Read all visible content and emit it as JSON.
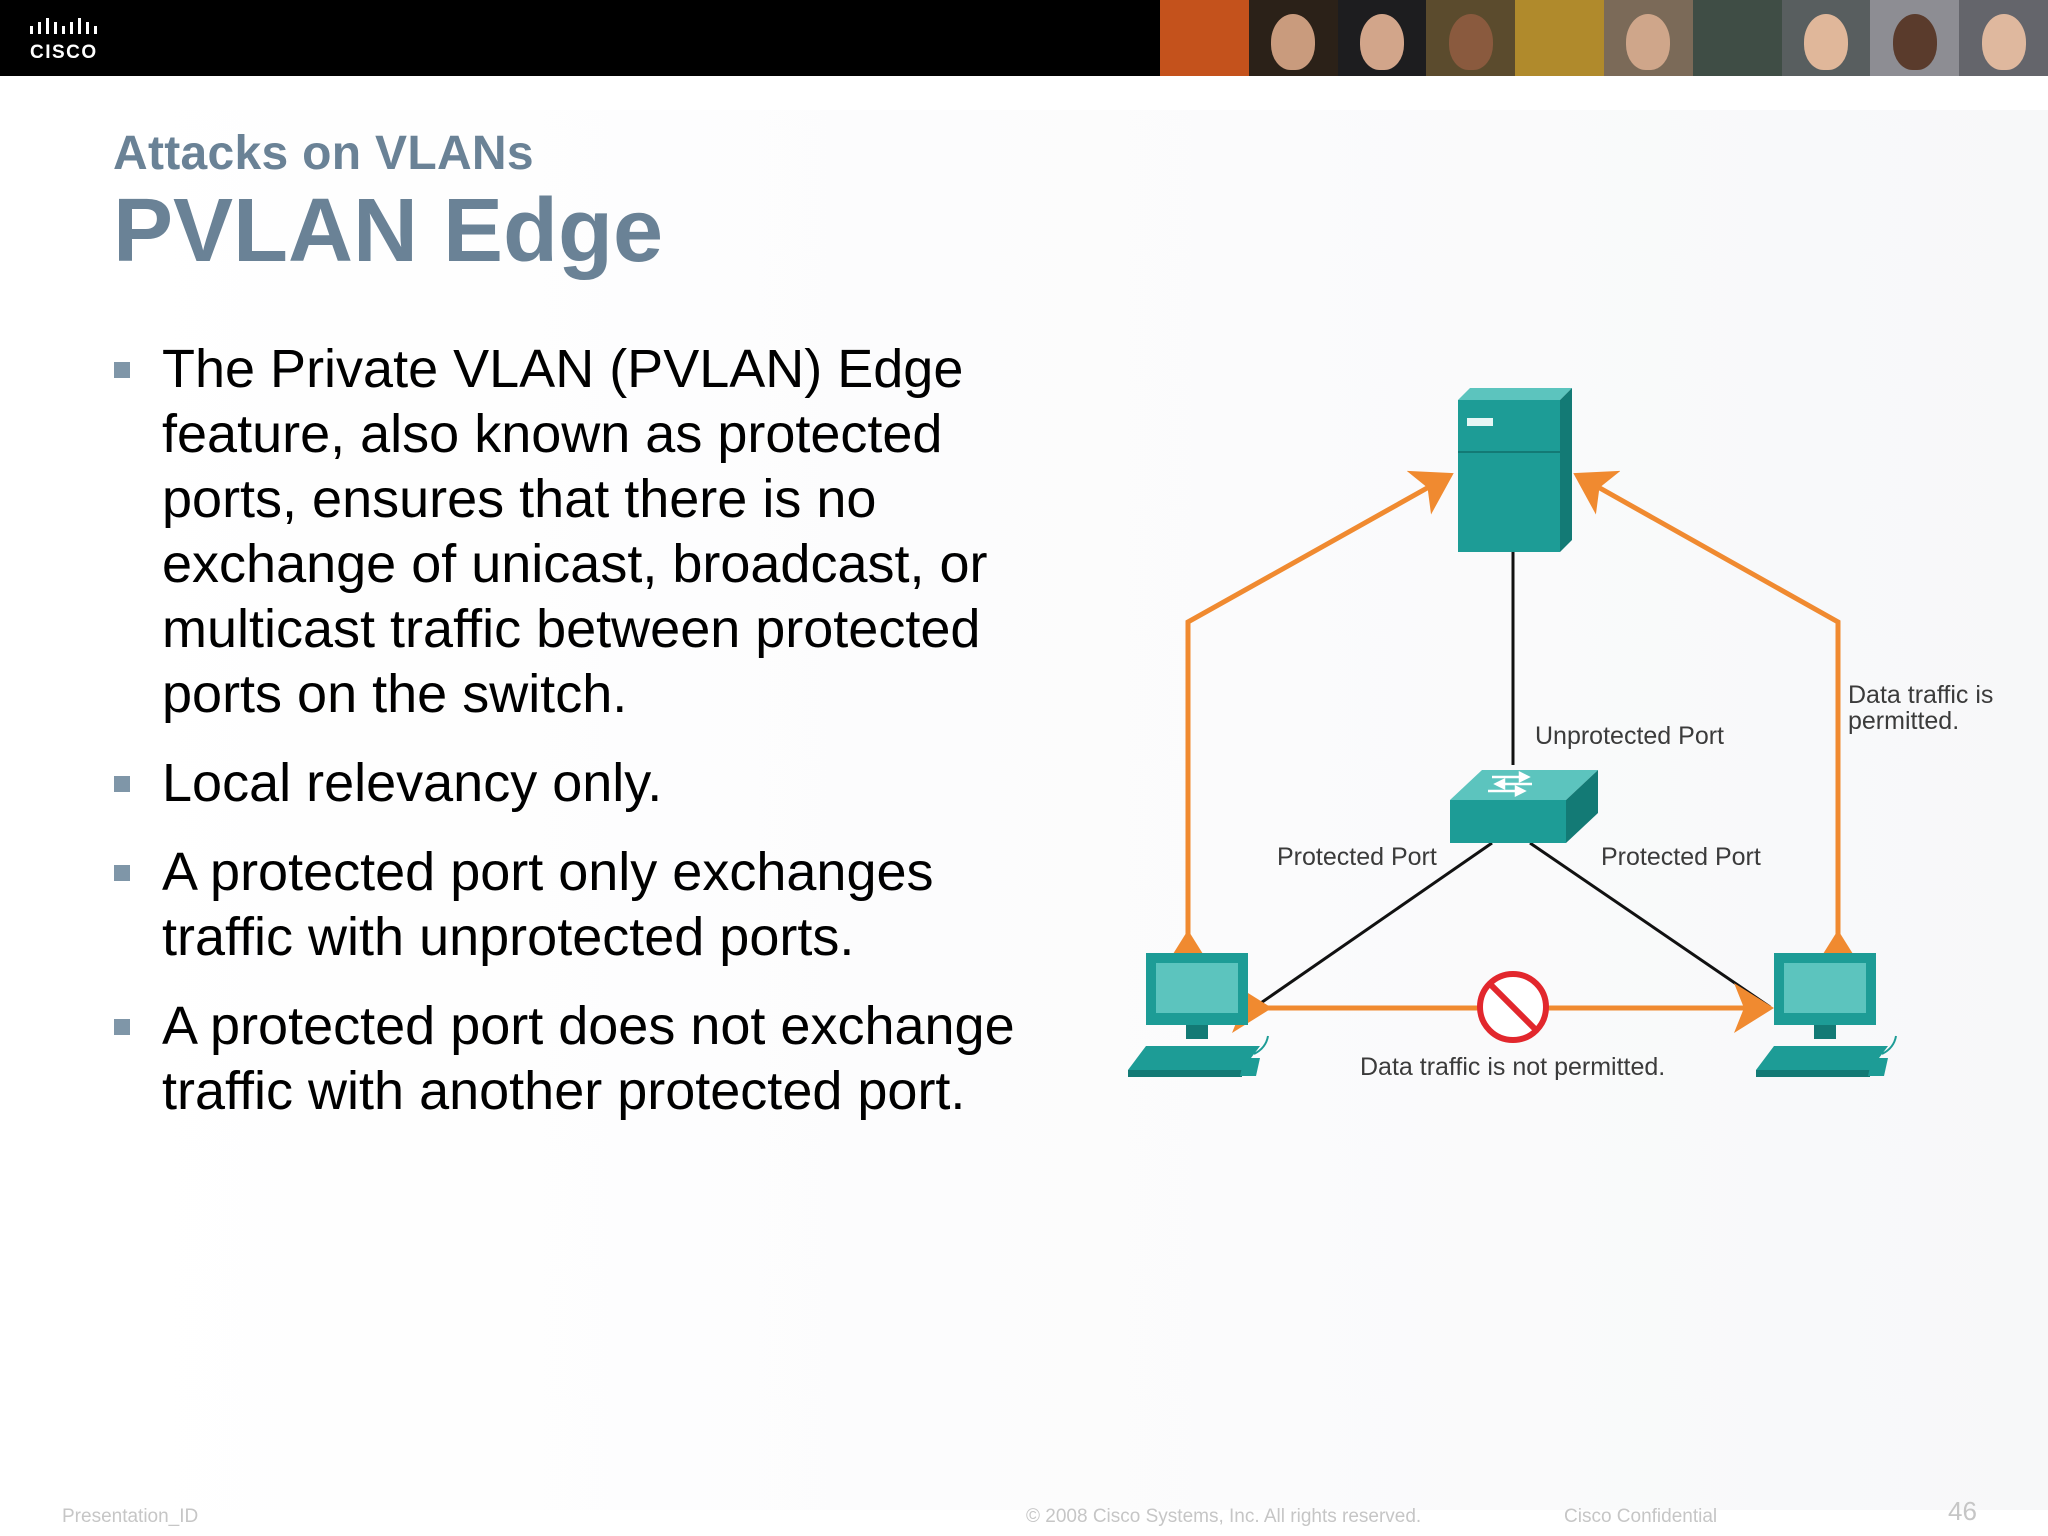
{
  "header": {
    "logo_text": "CISCO",
    "photos": [
      {
        "icon": "orange-abstract-photo",
        "bg": "#c4521c",
        "face": "none"
      },
      {
        "icon": "woman-portrait-photo",
        "bg": "#2b2118",
        "face": "#c99b7d"
      },
      {
        "icon": "man-suit-portrait-photo",
        "bg": "#1d1d1f",
        "face": "#d2a58a"
      },
      {
        "icon": "man-portrait-photo",
        "bg": "#5b4b2d",
        "face": "#8a5a3e"
      },
      {
        "icon": "gold-abstract-photo",
        "bg": "#b08a2c",
        "face": "none"
      },
      {
        "icon": "woman-headscarf-photo",
        "bg": "#7b6a58",
        "face": "#cfa68a"
      },
      {
        "icon": "chalkboard-photo",
        "bg": "#3f4d45",
        "face": "none"
      },
      {
        "icon": "woman-smiling-photo",
        "bg": "#585e5f",
        "face": "#e0b79a"
      },
      {
        "icon": "man-portrait-photo",
        "bg": "#8d8d93",
        "face": "#5a3b2c"
      },
      {
        "icon": "man-cap-portrait-photo",
        "bg": "#64656b",
        "face": "#dfb89e"
      }
    ]
  },
  "slide": {
    "subtitle": "Attacks on VLANs",
    "title": "PVLAN Edge",
    "bullets": [
      "The Private VLAN (PVLAN) Edge feature, also known as protected ports, ensures that there is no exchange of unicast, broadcast, or multicast traffic between protected ports on the switch.",
      "Local relevancy only.",
      "A protected port only exchanges traffic with unprotected ports.",
      "A protected port does not exchange traffic with another protected port."
    ]
  },
  "diagram": {
    "unprotected_port_label": "Unprotected Port",
    "left_protected_port_label": "Protected Port",
    "right_protected_port_label": "Protected Port",
    "permitted_label_line1": "Data traffic is",
    "permitted_label_line2": "permitted.",
    "not_permitted_label": "Data traffic is not permitted.",
    "colors": {
      "device": "#1d9c96",
      "device_dark": "#137a75",
      "device_light": "#5cc4be",
      "arrow": "#f08a30",
      "prohibit": "#e2272d",
      "link": "#111111"
    }
  },
  "footer": {
    "presentation_id": "Presentation_ID",
    "copyright": "© 2008 Cisco Systems, Inc. All rights reserved.",
    "confidential": "Cisco Confidential",
    "page_number": "46"
  }
}
